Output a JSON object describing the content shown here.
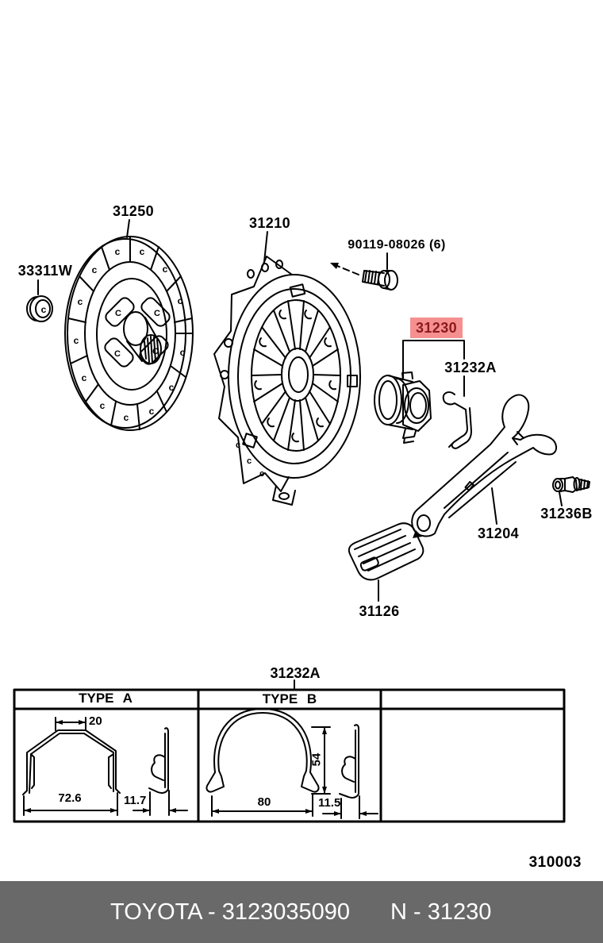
{
  "parts": {
    "clutch_disc": {
      "label": "31250"
    },
    "clutch_cover": {
      "label": "31210"
    },
    "cover_bolt": {
      "label": "90119-08026 (6)"
    },
    "input_shaft_bearing": {
      "label": "33311W"
    },
    "release_bearing": {
      "label": "31230",
      "highlighted": true
    },
    "bearing_clip": {
      "label": "31232A"
    },
    "fork_support_bolt": {
      "label": "31236B"
    },
    "release_fork": {
      "label": "31204"
    },
    "fork_boot": {
      "label": "31126"
    }
  },
  "variant_table": {
    "title": "31232A",
    "type_a": {
      "header": "TYPE A",
      "top_width": "20",
      "overall_width": "72.6",
      "side_width": "11.7"
    },
    "type_b": {
      "header": "TYPE B",
      "overall_width": "80",
      "height": "54",
      "side_width": "11.5"
    }
  },
  "page_code": "310003",
  "footer": {
    "catalog_label": "TOYOTA - 3123035090",
    "part_label": "N - 31230"
  },
  "colors": {
    "highlight_bg": "#f69090",
    "highlight_text": "#8c1a1a",
    "footer_bg": "#696969",
    "line": "#000000"
  }
}
